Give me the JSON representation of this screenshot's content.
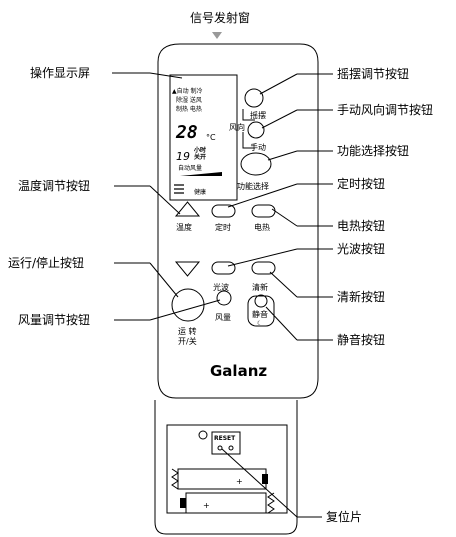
{
  "header": {
    "signal_window": "信号发射窗"
  },
  "callouts": {
    "display_screen": "操作显示屏",
    "swing_button": "摇摆调节按钮",
    "manual_direction_button": "手动风向调节按钮",
    "function_select_button": "功能选择按钮",
    "timer_button": "定时按钮",
    "temperature_button": "温度调节按钮",
    "electric_heat_button": "电热按钮",
    "run_stop_button": "运行/停止按钮",
    "light_wave_button": "光波按钮",
    "fresh_button": "清新按钮",
    "fan_speed_button": "风量调节按钮",
    "mute_button": "静音按钮",
    "reset_piece": "复位片"
  },
  "remote": {
    "brand": "Galanz",
    "display": {
      "row1": "▲自动 制冷",
      "row2": "除湿 送风",
      "row3": "制热 电热",
      "big_digits": "28",
      "unit": "°C",
      "small_digits": "19",
      "small_side": "小时",
      "small_side2": "关开",
      "fan_auto": "自动风量",
      "health": "健康"
    },
    "labels": {
      "swing": "摇摆",
      "wind_direction": "风向",
      "manual": "手动",
      "function_select": "功能选择",
      "temperature": "温度",
      "timer": "定时",
      "electric_heat": "电热",
      "light_wave": "光波",
      "fresh": "清新",
      "run_top": "运  转",
      "run_bottom": "开/关",
      "fan_volume": "风量",
      "mute": "静音"
    },
    "battery": {
      "reset": "RESET",
      "plus": "+"
    }
  }
}
